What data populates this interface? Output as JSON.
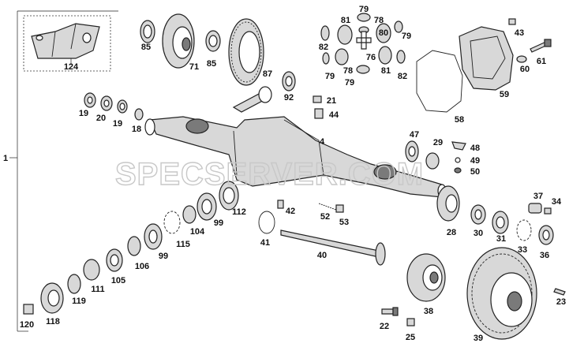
{
  "watermark": "SPECSERVER.COM",
  "group_label": "1",
  "labels": {
    "l124": "124",
    "l85a": "85",
    "l71": "71",
    "l85b": "85",
    "l87": "87",
    "l92": "92",
    "l79a": "79",
    "l81a": "81",
    "l78a": "78",
    "l80": "80",
    "l79b": "79",
    "l82a": "82",
    "l79c": "79",
    "l78b": "78",
    "l76": "76",
    "l81b": "81",
    "l82b": "82",
    "l79d": "79",
    "l43": "43",
    "l61": "61",
    "l60": "60",
    "l59": "59",
    "l58": "58",
    "l19a": "19",
    "l20": "20",
    "l19b": "19",
    "l18": "18",
    "l21": "21",
    "l44": "44",
    "l4": "4",
    "l47": "47",
    "l29": "29",
    "l48": "48",
    "l49": "49",
    "l50": "50",
    "l37": "37",
    "l34": "34",
    "l42": "42",
    "l52": "52",
    "l53": "53",
    "l112": "112",
    "l99a": "99",
    "l104": "104",
    "l115": "115",
    "l99b": "99",
    "l106": "106",
    "l105": "105",
    "l111": "111",
    "l119": "119",
    "l118": "118",
    "l120": "120",
    "l41": "41",
    "l40": "40",
    "l28": "28",
    "l30": "30",
    "l31": "31",
    "l33": "33",
    "l36": "36",
    "l38": "38",
    "l39": "39",
    "l22": "22",
    "l25": "25",
    "l23": "23"
  }
}
